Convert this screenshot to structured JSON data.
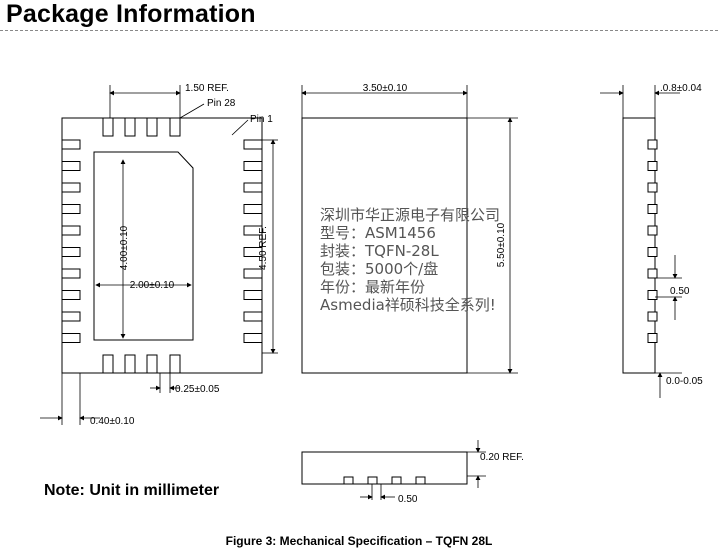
{
  "page": {
    "title": "Package Information",
    "note": "Note: Unit in millimeter",
    "caption": "Figure 3:   Mechanical Specification – TQFN 28L"
  },
  "top_view": {
    "dim_pitch_ref": "1.50 REF.",
    "pin28_label": "Pin 28",
    "pin1_label": "Pin 1",
    "dim_inner_height": "4.00±0.10",
    "dim_inner_width": "2.00±0.10",
    "dim_pad_height_ref": "4.50 REF.",
    "dim_pin_width": "0.25±0.05",
    "dim_pin_length": "0.40±0.10"
  },
  "body_view": {
    "dim_width": "3.50±0.10",
    "dim_height": "5.50±0.10",
    "watermark_lines": [
      "深圳市华正源电子有限公司",
      "型号：ASM1456",
      "封装：TQFN-28L",
      "包装：5000个/盘",
      "年份：最新年份",
      "Asmedia祥硕科技全系列!"
    ]
  },
  "side_view": {
    "dim_thickness": ".0.8±0.04",
    "dim_pitch": "0.50",
    "dim_standoff": "0.0-0.05"
  },
  "bottom_view": {
    "dim_height_ref": "0.20 REF.",
    "dim_pitch": "0.50"
  }
}
